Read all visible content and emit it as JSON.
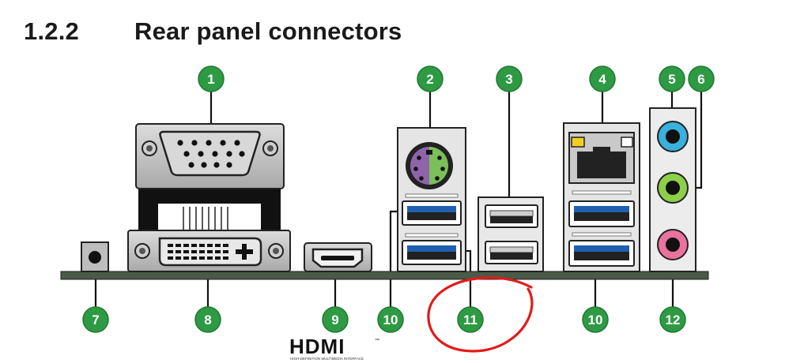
{
  "section": {
    "number": "1.2.2",
    "title": "Rear panel connectors"
  },
  "callouts": [
    "1",
    "2",
    "3",
    "4",
    "5",
    "6",
    "7",
    "8",
    "9",
    "10",
    "11",
    "10",
    "12"
  ],
  "hdmi_logo": {
    "wordmark": "HDMI",
    "trademark": "™",
    "tagline": "HIGH-DEFINITION MULTIMEDIA INTERFACE"
  },
  "colors": {
    "callout_green": "#2e9a43",
    "callout_border": "#1f7a32",
    "usb3_blue": "#1f5fb0",
    "ps2_purple": "#8f64aa",
    "ps2_green": "#7bbf5a",
    "audio_blue": "#3ab0de",
    "audio_green": "#8ecf4a",
    "audio_pink": "#e9729f",
    "led_yellow": "#f2cf1f",
    "pcb": "#4a5a46",
    "annotation_red": "#e21a1a"
  }
}
